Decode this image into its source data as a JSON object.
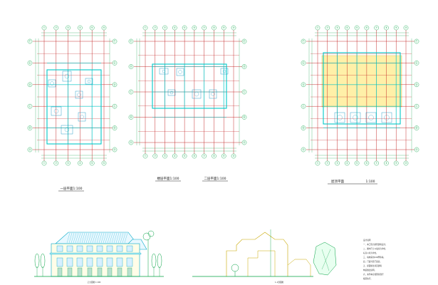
{
  "drawing": {
    "plans": [
      {
        "id": "plan1",
        "title": "一层平面1:100",
        "col_bubbles": [
          "①",
          "②",
          "③",
          "④",
          "⑤",
          "⑥"
        ],
        "row_bubbles": [
          "Ⓐ",
          "Ⓑ",
          "Ⓒ",
          "Ⓓ",
          "Ⓔ",
          "Ⓕ"
        ]
      },
      {
        "id": "plan2",
        "title_left": "楼层平面1:100",
        "title_right": "二层平面1:100",
        "col_bubbles": [
          "①",
          "②",
          "③",
          "④",
          "⑤",
          "⑥",
          "⑦",
          "⑧",
          "⑨",
          "⑩"
        ],
        "row_bubbles": [
          "Ⓐ",
          "Ⓑ",
          "Ⓒ",
          "Ⓓ",
          "Ⓔ"
        ]
      },
      {
        "id": "plan3",
        "title": "屋顶平面",
        "scale": "1:100",
        "col_bubbles": [
          "①",
          "②",
          "③",
          "④",
          "⑤",
          "⑥",
          "⑦",
          "⑧",
          "⑨",
          "⑩"
        ],
        "row_bubbles": [
          "Ⓐ",
          "Ⓑ",
          "Ⓒ",
          "Ⓓ",
          "Ⓔ",
          "Ⓕ"
        ]
      }
    ],
    "elevation": {
      "title": "正立面图 1:100"
    },
    "section": {
      "title": "1-1剖面图"
    },
    "notes": {
      "heading": "设计说明",
      "lines": [
        "一、本工程为别墅建筑设计。",
        "二、图中尺寸以毫米为单位，",
        "    标高以米为单位。",
        "三、墙体采用240厚砖墙。",
        "四、门窗详见门窗表。",
        "五、屋面做法详见建筑",
        "    构造做法说明。",
        "六、未尽事宜按国家现行",
        "    规范执行。"
      ]
    },
    "colors": {
      "grid_line": "#c01818",
      "wall": "#00c8c8",
      "bubble": "#00a040",
      "roof_fill": "#fff0a8",
      "furniture": "#0090c0",
      "text": "#222222"
    },
    "icons": [
      "tree-icon",
      "grid-bubble-icon"
    ]
  }
}
